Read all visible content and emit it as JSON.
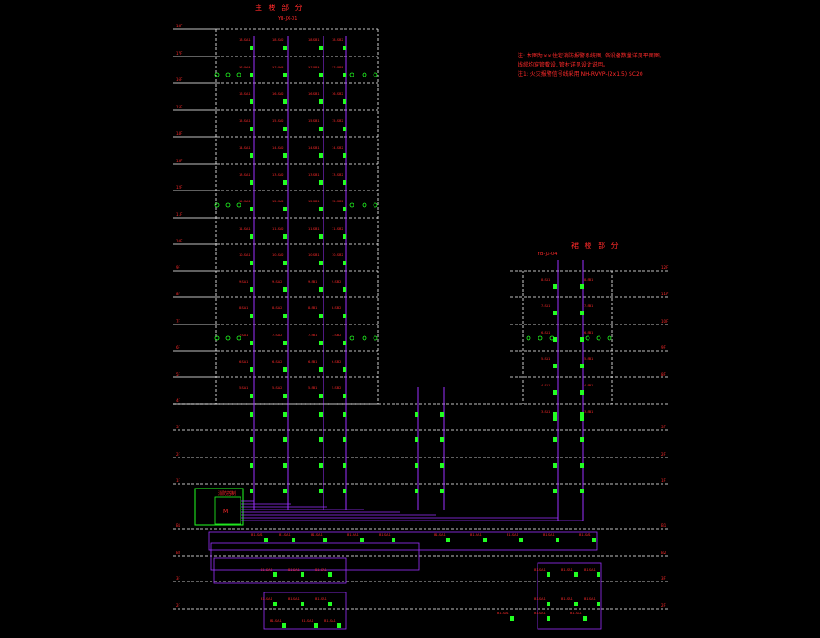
{
  "titles": {
    "main_tower": "主 楼 部 分",
    "annex": "裙 楼 部 分"
  },
  "notes": [
    "注: 本图为××住宅消防报警系统图, 各设备数量详见平面图。",
    "线缆均穿管敷设, 管材详见设计说明。",
    "注1: 火灾报警信号线采用 NH-RVVP-(2x1.5) SC20"
  ],
  "colors": {
    "background": "#000000",
    "text": "#ff2a2a",
    "device": "#22ff22",
    "riser": "#9b30ff",
    "floor_line": "#ffffff"
  },
  "control_cabinet": {
    "label_top": "消防控制",
    "label_bottom": "M"
  },
  "floor_level_labels": [
    "18F",
    "17F",
    "16F",
    "15F",
    "14F",
    "13F",
    "12F",
    "11F",
    "10F",
    "9F",
    "8F",
    "7F",
    "6F",
    "5F",
    "4F",
    "3F",
    "2F",
    "1F",
    "B1",
    "B2"
  ],
  "device_tags": [
    "SA1",
    "SA2",
    "SB1",
    "SB2",
    "SC1"
  ],
  "annex_riser_label": "YB-JX-04",
  "main_riser_label": "YB-JX-01"
}
